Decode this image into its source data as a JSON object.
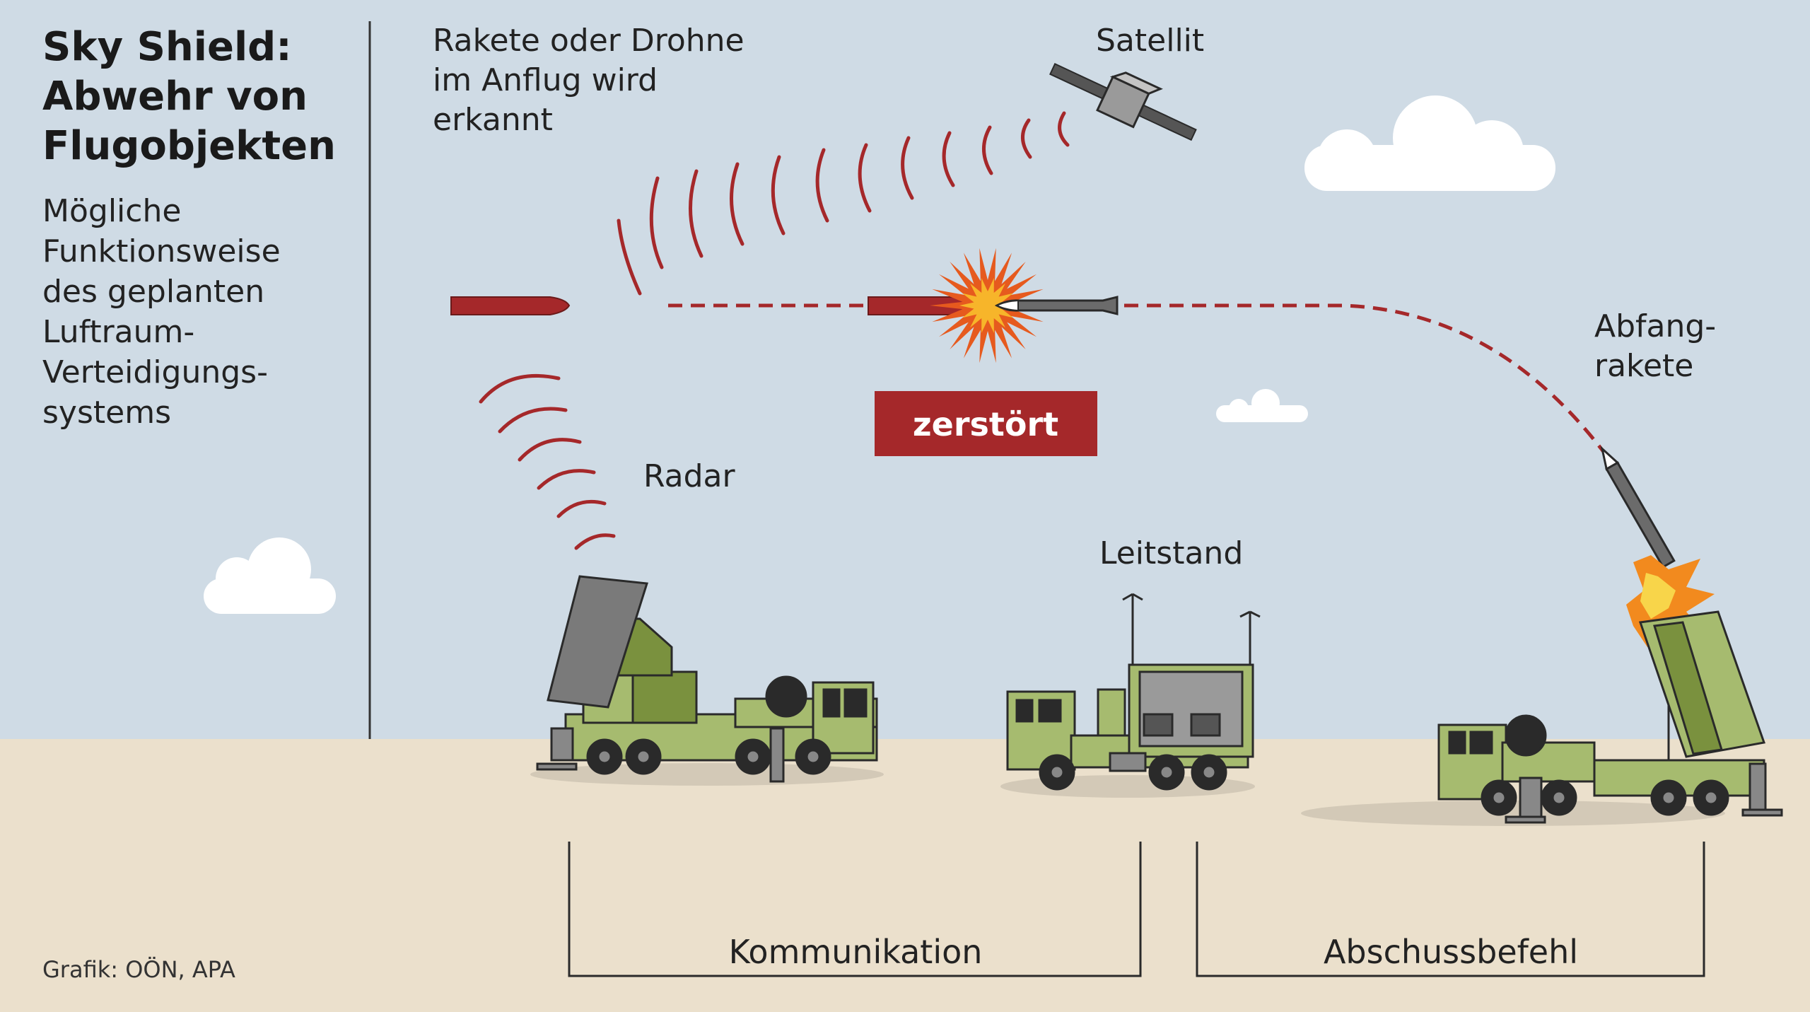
{
  "title_lines": [
    "Sky Shield:",
    "Abwehr von",
    "Flugobjekten"
  ],
  "subtitle_lines": [
    "Mögliche",
    "Funktionsweise",
    "des geplanten",
    "Luftraum-",
    "Verteidigungs-",
    "systems"
  ],
  "labels": {
    "detect": [
      "Rakete oder Drohne",
      "im Anflug wird",
      "erkannt"
    ],
    "satellite": "Satellit",
    "radar": "Radar",
    "destroyed": "zerstört",
    "control": "Leitstand",
    "interceptor": [
      "Abfang-",
      "rakete"
    ],
    "communication": "Kommunikation",
    "launch_order": "Abschussbefehl"
  },
  "source": "Grafik: OÖN, APA",
  "colors": {
    "sky": "#cfdbe5",
    "ground": "#ebe0cc",
    "accent_red": "#a5282a",
    "truck_green": "#a6bb6f",
    "truck_dark_green": "#7a913e",
    "radar_panel": "#7a7a7a",
    "cloud": "#ffffff"
  }
}
